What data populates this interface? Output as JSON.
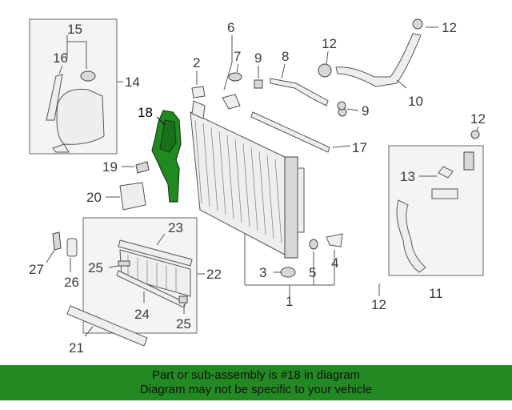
{
  "callouts": {
    "c1": "1",
    "c2": "2",
    "c3": "3",
    "c4": "4",
    "c5": "5",
    "c6": "6",
    "c7": "7",
    "c8": "8",
    "c9a": "9",
    "c9b": "9",
    "c10": "10",
    "c11": "11",
    "c12a": "12",
    "c12b": "12",
    "c12c": "12",
    "c12d": "12",
    "c13": "13",
    "c14": "14",
    "c15": "15",
    "c16": "16",
    "c17": "17",
    "c18": "18",
    "c19": "19",
    "c20": "20",
    "c21": "21",
    "c22": "22",
    "c23": "23",
    "c24": "24",
    "c25a": "25",
    "c25b": "25",
    "c26": "26",
    "c27": "27"
  },
  "footer": {
    "line1": "Part or sub-assembly is #18 in diagram",
    "line2": "Diagram may not be specific to your vehicle"
  },
  "colors": {
    "highlight": "#1f8a1f",
    "footer_bg": "#238a23"
  }
}
